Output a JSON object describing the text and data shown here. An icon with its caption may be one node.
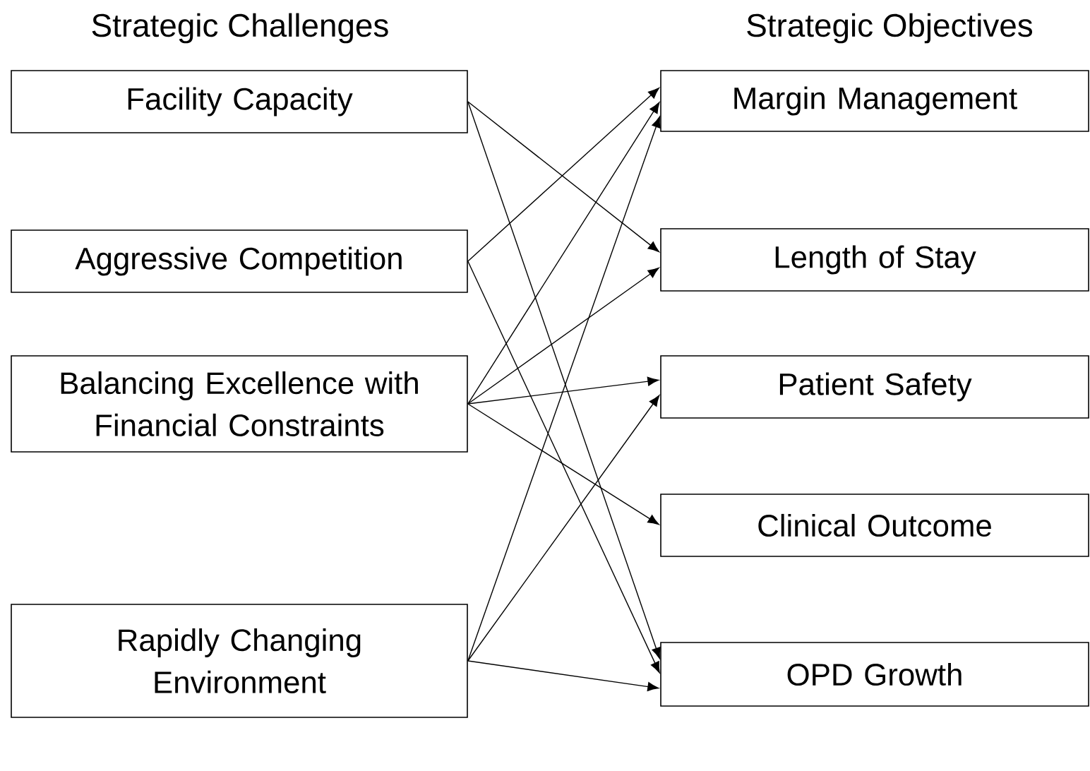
{
  "diagram": {
    "nodes": [
      {
        "text": [
          "Facility Capacity"
        ]
      },
      {
        "text": [
          "Aggressive Competition"
        ]
      },
      {
        "text": [
          "Balancing Excellence with Financial Constraints"
        ]
      },
      {
        "text": [
          "Rapidly Changing Environment"
        ]
      },
      {
        "text": [
          "Margin Management"
        ]
      },
      {
        "text": [
          "Length of Stay"
        ]
      },
      {
        "text": [
          "Patient Safety"
        ]
      },
      {
        "text": [
          "Clinical Outcome"
        ]
      },
      {
        "text": [
          "OPD Growth"
        ]
      }
    ],
    "edges": [
      {
        "from": 0,
        "to": 5,
        "arrow": "to"
      },
      {
        "from": 0,
        "to": 8,
        "arrow": "to"
      },
      {
        "from": 1,
        "to": 4,
        "arrow": "to"
      },
      {
        "from": 1,
        "to": 8,
        "arrow": "to"
      },
      {
        "from": 2,
        "to": 4,
        "arrow": "to"
      },
      {
        "from": 2,
        "to": 5,
        "arrow": "to"
      },
      {
        "from": 2,
        "to": 6,
        "arrow": "to"
      },
      {
        "from": 2,
        "to": 7,
        "arrow": "to"
      },
      {
        "from": 3,
        "to": 4,
        "arrow": "to"
      },
      {
        "from": 3,
        "to": 6,
        "arrow": "to"
      },
      {
        "from": 3,
        "to": 8,
        "arrow": "to"
      }
    ],
    "labels": [
      "Strategic Challenges",
      "Strategic Objectives"
    ]
  }
}
